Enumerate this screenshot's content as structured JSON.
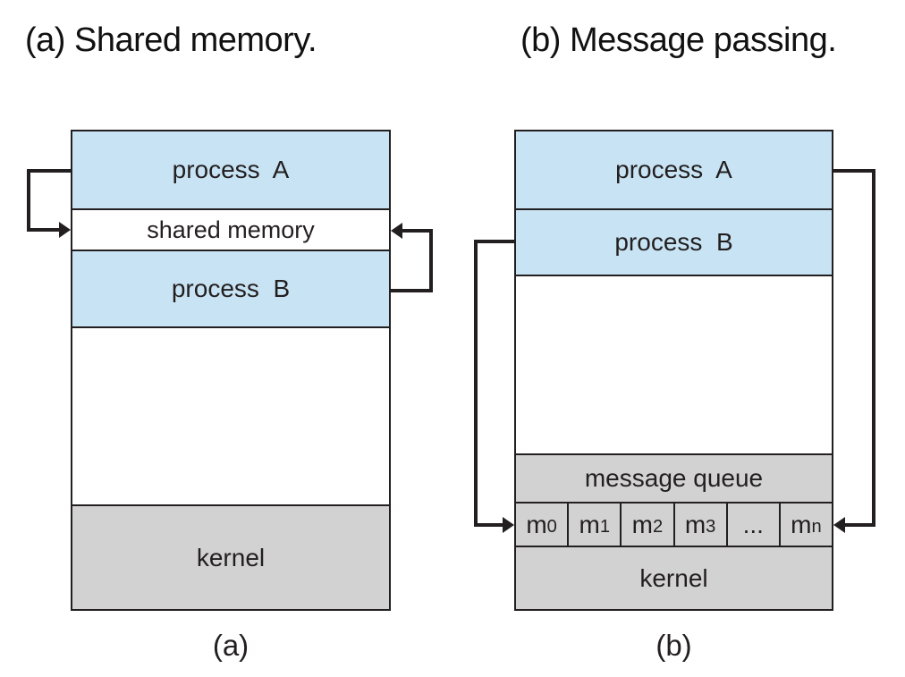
{
  "headings": {
    "a": "(a) Shared memory.",
    "b": "(b) Message passing."
  },
  "captions": {
    "a": "(a)",
    "b": "(b)"
  },
  "colors": {
    "process_fill": "#c8e4f4",
    "gray_fill": "#d2d2d2",
    "line": "#231f20",
    "background": "#ffffff"
  },
  "diagram_a": {
    "process_a": "process  A",
    "shared_memory": "shared memory",
    "process_b": "process  B",
    "kernel": "kernel"
  },
  "diagram_b": {
    "process_a": "process  A",
    "process_b": "process  B",
    "message_queue": "message queue",
    "kernel": "kernel",
    "queue_cells": [
      {
        "base": "m",
        "sub": "0"
      },
      {
        "base": "m",
        "sub": "1"
      },
      {
        "base": "m",
        "sub": "2"
      },
      {
        "base": "m",
        "sub": "3"
      },
      {
        "base": "...",
        "sub": ""
      },
      {
        "base": "m",
        "sub": "n"
      }
    ]
  }
}
